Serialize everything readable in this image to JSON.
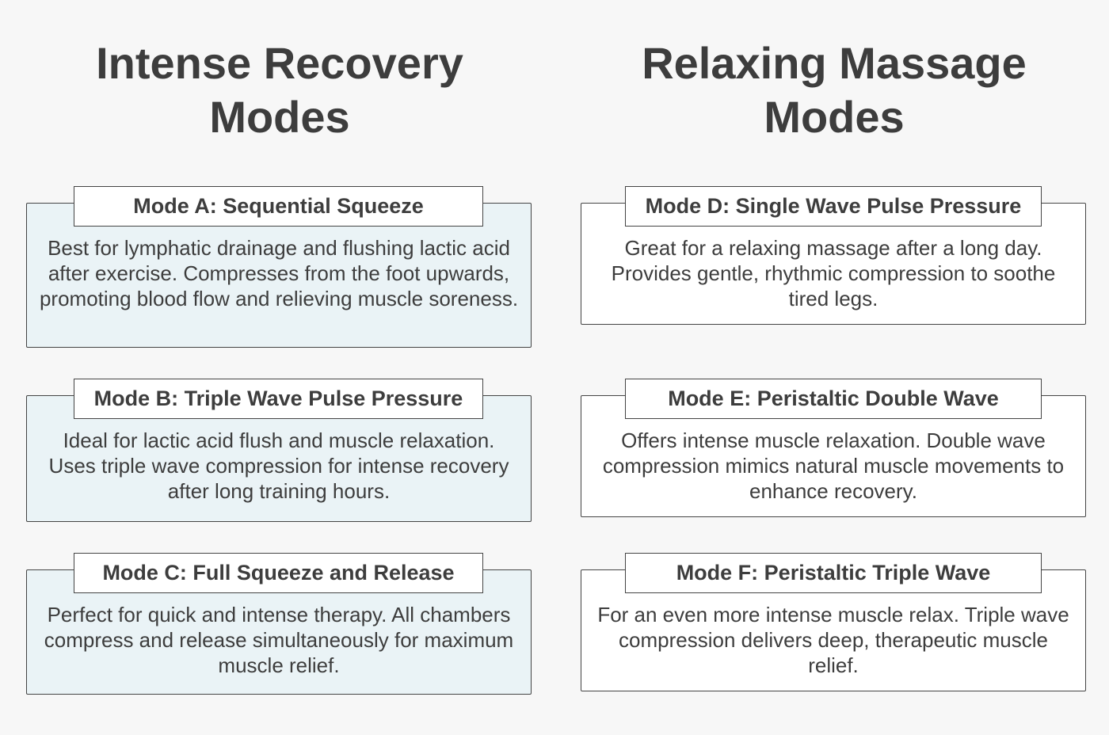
{
  "left_column": {
    "title_line1": "Intense Recovery",
    "title_line2": "Modes",
    "modes": [
      {
        "label": "Mode A: Sequential Squeeze",
        "description": "Best for lymphatic drainage and flushing lactic acid after exercise. Compresses from the foot upwards, promoting blood flow and relieving muscle soreness."
      },
      {
        "label": "Mode B: Triple Wave Pulse Pressure",
        "description": "Ideal for lactic acid flush and muscle relaxation. Uses triple wave compression for intense recovery after long training hours."
      },
      {
        "label": "Mode C: Full Squeeze and Release",
        "description": "Perfect for quick and intense therapy. All chambers compress and release simultaneously for maximum muscle relief."
      }
    ]
  },
  "right_column": {
    "title_line1": "Relaxing Massage",
    "title_line2": "Modes",
    "modes": [
      {
        "label": "Mode D: Single Wave Pulse Pressure",
        "description": "Great for a relaxing massage after a long day. Provides gentle, rhythmic compression to soothe tired legs."
      },
      {
        "label": "Mode E: Peristaltic Double Wave",
        "description": "Offers intense muscle relaxation. Double wave compression mimics natural muscle movements to enhance recovery."
      },
      {
        "label": "Mode F: Peristaltic Triple Wave",
        "description": "For an even more intense muscle relax. Triple wave compression delivers deep, therapeutic muscle relief."
      }
    ]
  },
  "colors": {
    "background": "#f7f7f7",
    "intense_card": "#eaf3f6",
    "relaxing_card": "#ffffff",
    "border": "#444444",
    "text": "#3d3d3d"
  }
}
